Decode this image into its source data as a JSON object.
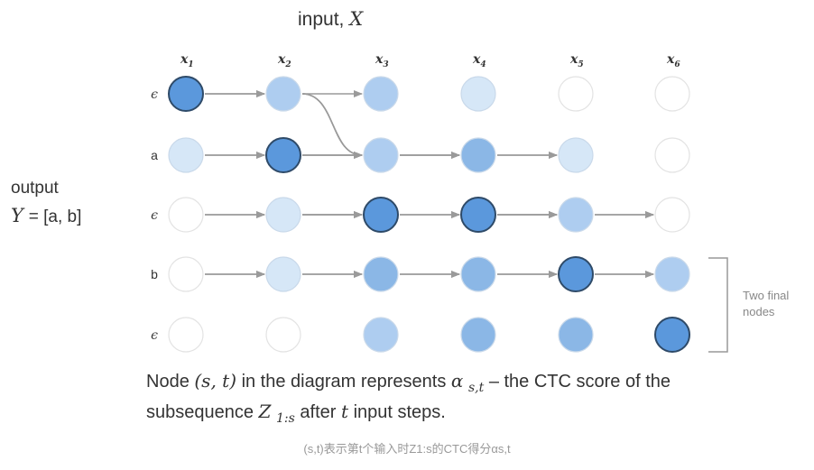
{
  "diagram": {
    "input_label": {
      "prefix": "input, ",
      "var": "X"
    },
    "output_label": {
      "line1": "output",
      "var": "Y",
      "eq": " = [a, b]"
    },
    "columns": [
      "x",
      "x",
      "x",
      "x",
      "x",
      "x"
    ],
    "column_subscripts": [
      "1",
      "2",
      "3",
      "4",
      "5",
      "6"
    ],
    "rows": [
      "ϵ",
      "a",
      "ϵ",
      "b",
      "ϵ"
    ],
    "brace_label": [
      "Two final",
      "nodes"
    ],
    "caption": {
      "line1_a": "Node ",
      "line1_st": "(s, t)",
      "line1_b": " in the diagram represents ",
      "line1_alpha": "α",
      "line1_alpha_sub": "s,t",
      "line1_c": " – the CTC score of the",
      "line2_a": "subsequence ",
      "line2_z": "Z",
      "line2_z_sub": "1:s",
      "line2_b": " after ",
      "line2_t": "t",
      "line2_c": " input steps."
    },
    "chinese_caption": "(s,t)表示第t个输入时Z1:s的CTC得分αs,t",
    "colors": {
      "empty": "#ffffff",
      "light": "#d6e7f7",
      "medium": "#aecdf0",
      "mid_dark": "#8bb7e6",
      "dark": "#5b98dc",
      "arrow": "#9a9a9a",
      "brace": "#999999"
    },
    "node_intensity": [
      [
        "dark",
        "medium",
        "medium",
        "light",
        "empty",
        "empty"
      ],
      [
        "light",
        "dark",
        "medium",
        "mid_dark",
        "light",
        "empty"
      ],
      [
        "empty",
        "light",
        "dark",
        "dark",
        "medium",
        "empty"
      ],
      [
        "empty",
        "light",
        "mid_dark",
        "mid_dark",
        "dark",
        "medium"
      ],
      [
        "empty",
        "empty",
        "medium",
        "mid_dark",
        "mid_dark",
        "dark"
      ]
    ],
    "dark_outline": [
      [
        true,
        false,
        false,
        false,
        false,
        false
      ],
      [
        false,
        true,
        false,
        false,
        false,
        false
      ],
      [
        false,
        false,
        true,
        true,
        false,
        false
      ],
      [
        false,
        false,
        false,
        false,
        true,
        false
      ],
      [
        false,
        false,
        false,
        false,
        false,
        true
      ]
    ],
    "transitions": [
      [
        0,
        0,
        0,
        0
      ],
      [
        0,
        0,
        1,
        0
      ],
      [
        1,
        0,
        1,
        0
      ],
      [
        1,
        0,
        1,
        1
      ],
      [
        1,
        0,
        2,
        1
      ],
      [
        1,
        0,
        3,
        1
      ],
      [
        0,
        1,
        0,
        1
      ],
      [
        0,
        1,
        1,
        1
      ],
      [
        1,
        1,
        1,
        1
      ],
      [
        1,
        1,
        2,
        1
      ],
      [
        1,
        1,
        3,
        1
      ],
      [
        2,
        1,
        2,
        1
      ],
      [
        2,
        1,
        3,
        1
      ],
      [
        2,
        1,
        4,
        1
      ],
      [
        3,
        1,
        3,
        1
      ],
      [
        3,
        1,
        4,
        1
      ],
      [
        0,
        2,
        0,
        2
      ],
      [
        0,
        2,
        1,
        2
      ],
      [
        1,
        2,
        1,
        2
      ],
      [
        1,
        2,
        2,
        2
      ],
      [
        1,
        2,
        3,
        2
      ],
      [
        2,
        2,
        2,
        2
      ],
      [
        2,
        2,
        3,
        2
      ],
      [
        3,
        2,
        3,
        2
      ],
      [
        3,
        2,
        4,
        2
      ],
      [
        3,
        2,
        5,
        2
      ],
      [
        4,
        2,
        4,
        2
      ],
      [
        4,
        2,
        5,
        2
      ],
      [
        0,
        3,
        0,
        3
      ],
      [
        0,
        3,
        1,
        3
      ],
      [
        1,
        3,
        1,
        3
      ],
      [
        1,
        3,
        2,
        3
      ],
      [
        2,
        3,
        2,
        3
      ],
      [
        2,
        3,
        3,
        3
      ],
      [
        3,
        3,
        3,
        3
      ],
      [
        3,
        3,
        4,
        3
      ],
      [
        4,
        3,
        4,
        3
      ],
      [
        4,
        3,
        5,
        3
      ]
    ]
  }
}
